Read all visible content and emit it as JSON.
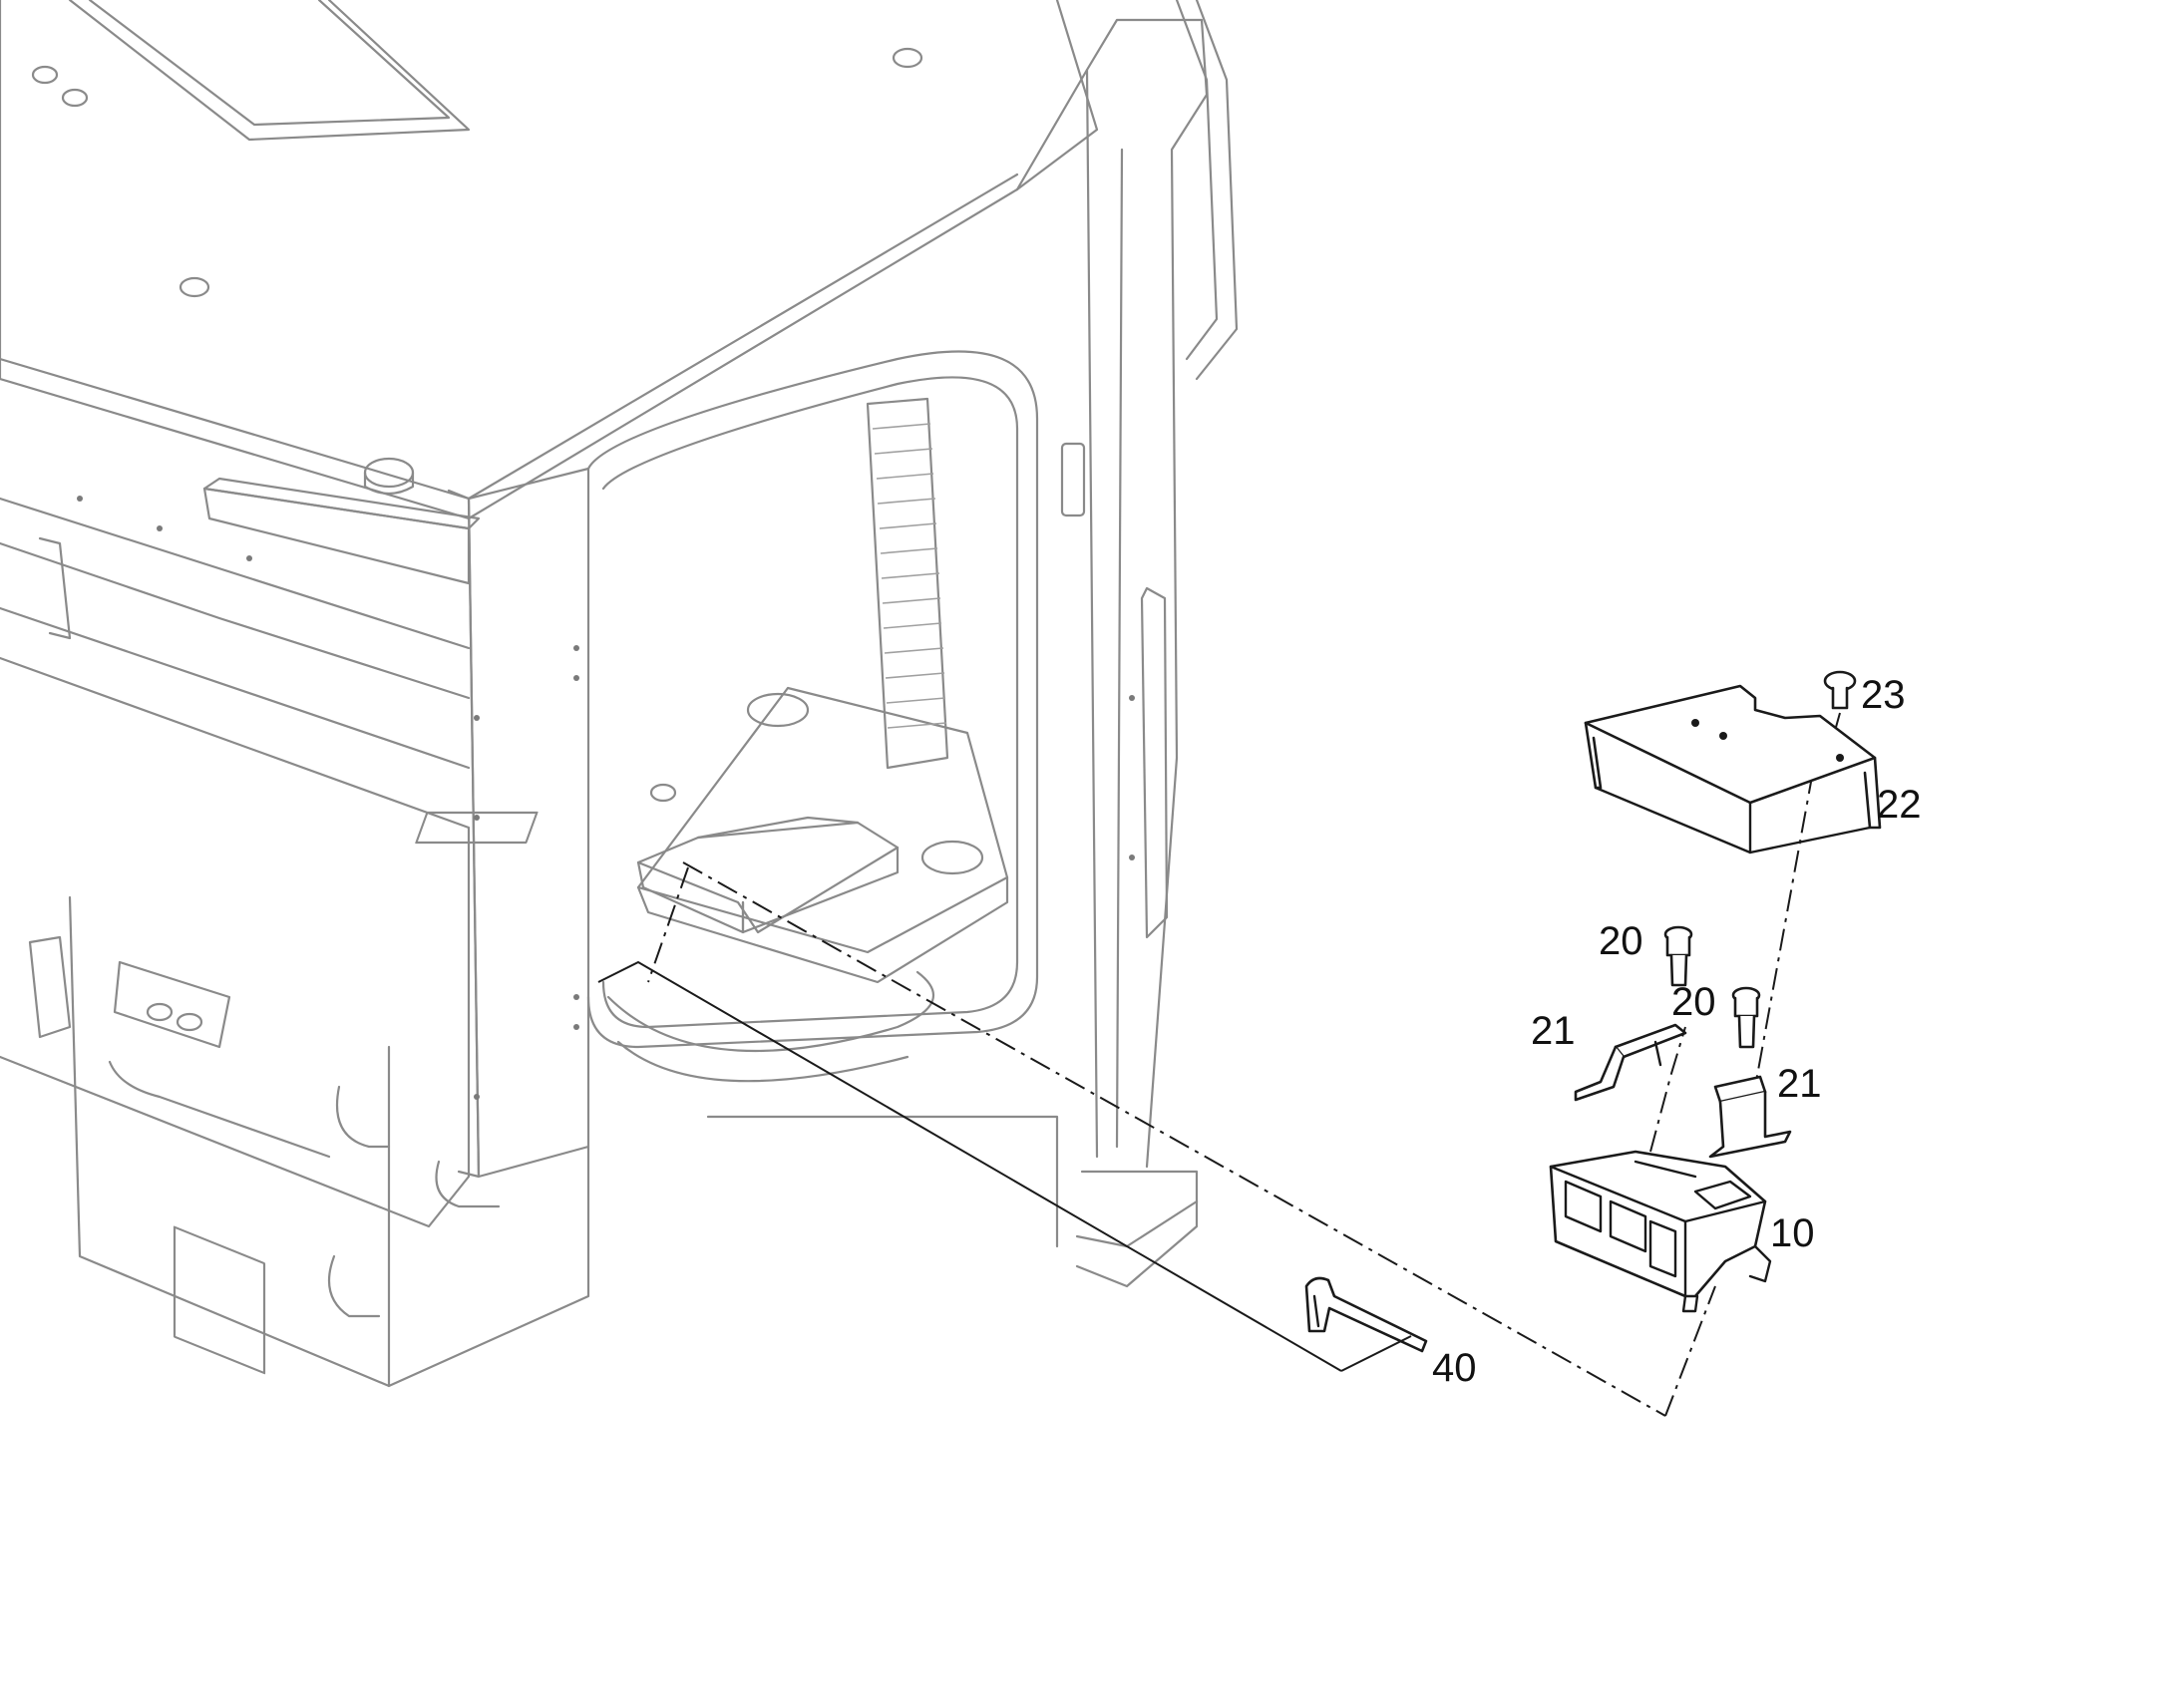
{
  "diagram": {
    "colors": {
      "background": "#ffffff",
      "machine_outline": "#8a8a8a",
      "parts_outline": "#1a1a1a",
      "label_text": "#111111"
    },
    "callouts": [
      {
        "id": "23",
        "label": "23",
        "part": "screw"
      },
      {
        "id": "22",
        "label": "22",
        "part": "cover-bracket"
      },
      {
        "id": "20a",
        "label": "20",
        "part": "bolt"
      },
      {
        "id": "20b",
        "label": "20",
        "part": "bolt"
      },
      {
        "id": "21a",
        "label": "21",
        "part": "mounting-clip"
      },
      {
        "id": "21b",
        "label": "21",
        "part": "mounting-clip"
      },
      {
        "id": "10",
        "label": "10",
        "part": "control-unit"
      },
      {
        "id": "40",
        "label": "40",
        "part": "hex-key"
      }
    ]
  }
}
